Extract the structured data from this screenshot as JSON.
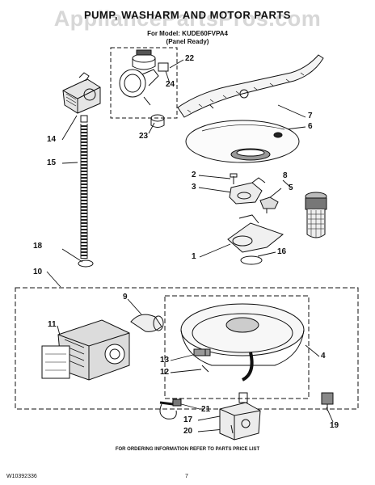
{
  "header": {
    "title": "PUMP, WASHARM AND MOTOR PARTS",
    "model_line": "For Model: KUDE60FVPA4",
    "panel_line": "(Panel Ready)"
  },
  "watermark": "AppliancePartsPros.com",
  "callouts": [
    "1",
    "2",
    "3",
    "4",
    "5",
    "6",
    "7",
    "8",
    "9",
    "10",
    "11",
    "12",
    "13",
    "14",
    "15",
    "16",
    "17",
    "18",
    "19",
    "20",
    "21",
    "22",
    "23",
    "24"
  ],
  "footer": {
    "ordering_note": "FOR ORDERING INFORMATION REFER TO PARTS PRICE LIST",
    "doc_number": "W10392336",
    "page_number": "7"
  }
}
